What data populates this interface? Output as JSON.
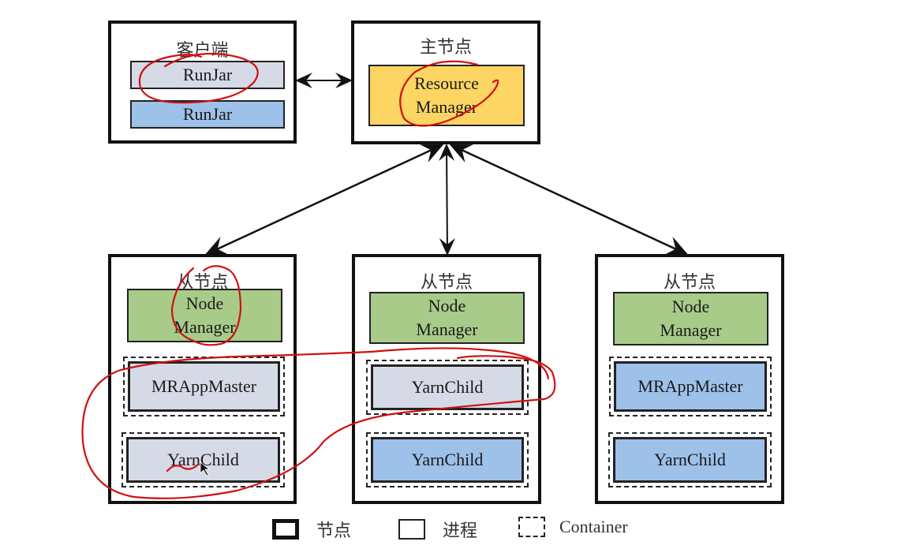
{
  "client": {
    "title": "客户端",
    "processes": [
      {
        "label": "RunJar",
        "color": "grey"
      },
      {
        "label": "RunJar",
        "color": "blue"
      }
    ]
  },
  "master": {
    "title": "主节点",
    "process": {
      "label": "Resource\nManager",
      "color": "yellow"
    }
  },
  "workers": [
    {
      "title": "从节点",
      "node_manager": "Node\nManager",
      "containers": [
        {
          "label": "MRAppMaster",
          "color": "grey"
        },
        {
          "label": "YarnChild",
          "color": "grey"
        }
      ]
    },
    {
      "title": "从节点",
      "node_manager": "Node\nManager",
      "containers": [
        {
          "label": "YarnChild",
          "color": "grey"
        },
        {
          "label": "YarnChild",
          "color": "blue"
        }
      ]
    },
    {
      "title": "从节点",
      "node_manager": "Node\nManager",
      "containers": [
        {
          "label": "MRAppMaster",
          "color": "blue"
        },
        {
          "label": "YarnChild",
          "color": "blue"
        }
      ]
    }
  ],
  "legend": [
    {
      "label": "节点",
      "style": "node"
    },
    {
      "label": "进程",
      "style": "process"
    },
    {
      "label": "Container",
      "style": "container"
    }
  ],
  "colors": {
    "grey": "#d5dae6",
    "blue": "#9ec1ea",
    "yellow": "#fdd563",
    "green": "#a8cb8a",
    "annotation": "#d01010"
  }
}
